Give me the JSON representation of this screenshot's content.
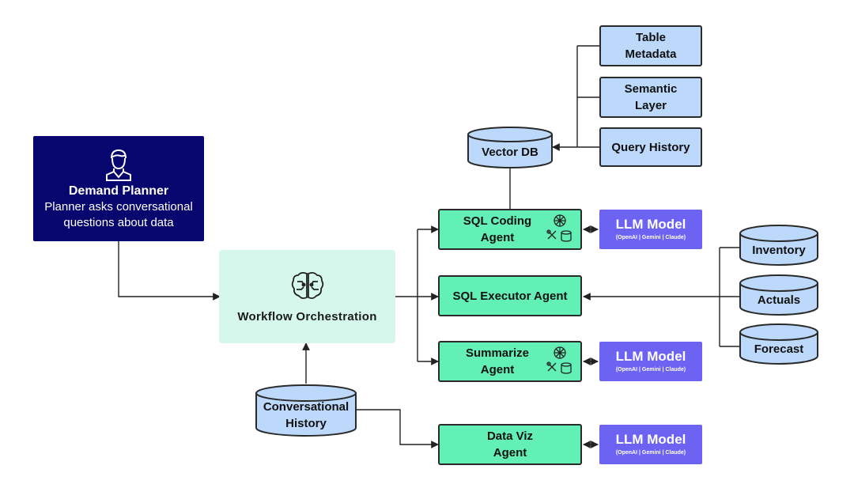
{
  "demand_planner": {
    "title": "Demand Planner",
    "description": "Planner asks conversational questions about data",
    "icon": "person-icon",
    "color": "#06066e"
  },
  "workflow": {
    "label": "Workflow Orchestration",
    "icon": "brain-circuit-icon",
    "color": "#d6f8ec"
  },
  "conversational_history": {
    "label": "Conversational History"
  },
  "vector_db": {
    "label": "Vector DB"
  },
  "sources": {
    "table_metadata": "Table Metadata",
    "semantic_layer": "Semantic Layer",
    "query_history": "Query History"
  },
  "agents": {
    "sql_coding": "SQL Coding Agent",
    "sql_executor": "SQL Executor Agent",
    "summarize": "Summarize Agent",
    "data_viz": "Data Viz Agent"
  },
  "llm": {
    "title": "LLM Model",
    "providers": "(OpenAI | Gemini | Claude)",
    "color": "#6d63f3"
  },
  "data_stores": {
    "inventory": "Inventory",
    "actuals": "Actuals",
    "forecast": "Forecast"
  },
  "colors": {
    "agent": "#63f0b7",
    "store": "#bcd9fb",
    "line": "#222222"
  }
}
